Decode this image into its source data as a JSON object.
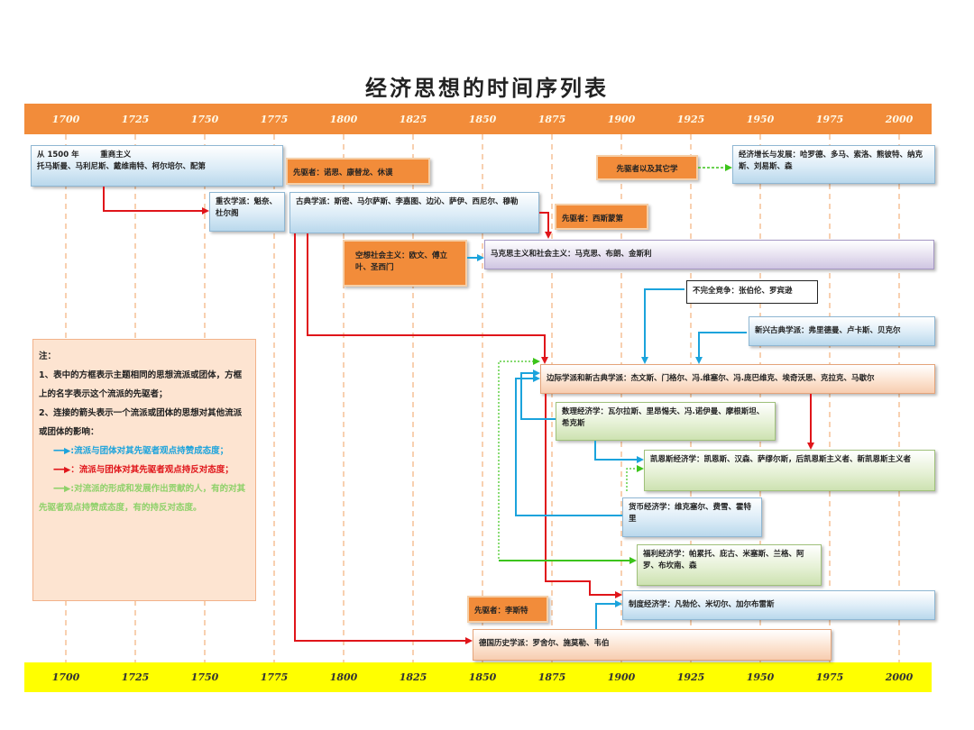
{
  "title": "经济思想的时间序列表",
  "axis_years": [
    "1700",
    "1725",
    "1750",
    "1775",
    "1800",
    "1825",
    "1850",
    "1875",
    "1900",
    "1925",
    "1950",
    "1975",
    "2000"
  ],
  "boxes": {
    "mercantilism_line1": "从 1500 年        重商主义",
    "mercantilism_line2": "托马斯曼、马利尼斯、戴维南特、柯尔培尔、配第",
    "forerunner_hume": "先驱者：诺思、康替龙、休谟",
    "physiocrats": "重农学派：魁奈、杜尔阁",
    "classical": "古典学派：斯密、马尔萨斯、李嘉图、边沁、萨伊、西尼尔、穆勒",
    "forerunner_sismondi": "先驱者：西斯蒙第",
    "utopian": "空想社会主义：欧文、傅立叶、圣西门",
    "marxism": "马克思主义和社会主义：马克思、布朗、金斯利",
    "forerunner_others": "先驱者以及其它学",
    "growth": "经济增长与发展：哈罗德、多马、索洛、熊彼特、纳克斯、刘易斯、森",
    "imperfect": "不完全竞争：张伯伦、罗宾逊",
    "new_classical": "新兴古典学派：弗里德曼、卢卡斯、贝克尔",
    "marginal": "边际学派和新古典学派：杰文斯、门格尔、冯.维塞尔、冯.庞巴维克、埃奇沃思、克拉克、马歇尔",
    "math": "数理经济学：瓦尔拉斯、里昂惕夫、冯.诺伊曼、摩根斯坦、希克斯",
    "keynes": "凯恩斯经济学：凯恩斯、汉森、萨缪尔斯，后凯恩斯主义者、新凯恩斯主义者",
    "monetary": "货币经济学：维克塞尔、费雪、霍特里",
    "welfare": "福利经济学：帕累托、庇古、米塞斯、兰格、阿罗、布坎南、森",
    "forerunner_list": "先驱者：李斯特",
    "institutional": "制度经济学：凡勃伦、米切尔、加尔布雷斯",
    "historical": "德国历史学派：罗舍尔、施莫勒、韦伯"
  },
  "legend": {
    "title": "注：",
    "line1": "1、表中的方框表示主题相同的思想流派或团体，方框上的名字表示这个流派的先驱者；",
    "line2": "2、连接的箭头表示一个流派或团体的思想对其他流派或团体的影响：",
    "blue_text": ":流派与团体对其先驱者观点持赞成态度；",
    "red_text": "：流派与团体对其先驱者观点持反对态度；",
    "green_text": ":对流派的形成和发展作出贡献的人，有的对其先驱者观点持赞成态度，有的持反对态度。"
  },
  "colors": {
    "blue": "#1ba3dc",
    "red": "#e0151a",
    "green": "#3cc41a",
    "axis_top": "#f28c3a",
    "axis_bottom": "#ffff00"
  }
}
